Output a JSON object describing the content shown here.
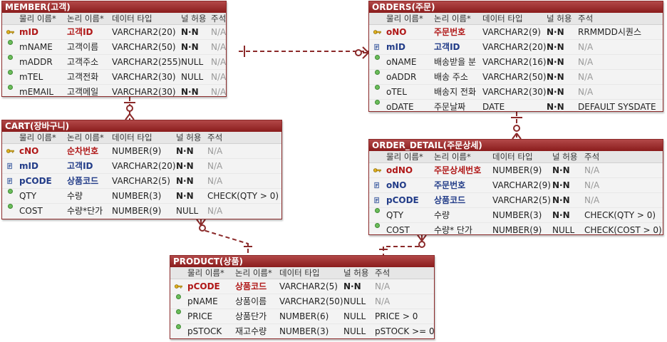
{
  "headers": {
    "physical": "물리 이름*",
    "logical": "논리 이름*",
    "type": "데이터 타입",
    "nullable": "널 허용",
    "comment": "주석"
  },
  "member": {
    "title": "MEMBER(고객)",
    "rows": [
      {
        "icon": "primary-key",
        "name": "mID",
        "logical": "고객ID",
        "type": "VARCHAR2(20)",
        "null": "N·N",
        "comment": "N/A"
      },
      {
        "icon": "column",
        "name": "mNAME",
        "logical": "고객이름",
        "type": "VARCHAR2(50)",
        "null": "N·N",
        "comment": "N/A"
      },
      {
        "icon": "column",
        "name": "mADDR",
        "logical": "고객주소",
        "type": "VARCHAR2(255)",
        "null": "NULL",
        "comment": "N/A"
      },
      {
        "icon": "column",
        "name": "mTEL",
        "logical": "고객전화",
        "type": "VARCHAR2(30)",
        "null": "NULL",
        "comment": "N/A"
      },
      {
        "icon": "column",
        "name": "mEMAIL",
        "logical": "고객메일",
        "type": "VARCHAR2(30)",
        "null": "N·N",
        "comment": "N/A"
      }
    ]
  },
  "orders": {
    "title": "ORDERS(주문)",
    "rows": [
      {
        "icon": "primary-key",
        "name": "oNO",
        "logical": "주문번호",
        "type": "VARCHAR2(9)",
        "null": "N·N",
        "comment": "RRMMDD시퀀스"
      },
      {
        "icon": "foreign-key",
        "name": "mID",
        "logical": "고객ID",
        "type": "VARCHAR2(20)",
        "null": "N·N",
        "comment": "N/A"
      },
      {
        "icon": "column",
        "name": "oNAME",
        "logical": "배송받을 분",
        "type": "VARCHAR2(16)",
        "null": "N·N",
        "comment": "N/A"
      },
      {
        "icon": "column",
        "name": "oADDR",
        "logical": "배송 주소",
        "type": "VARCHAR2(50)",
        "null": "N·N",
        "comment": "N/A"
      },
      {
        "icon": "column",
        "name": "oTEL",
        "logical": "배송지 전화",
        "type": "VARCHAR2(30)",
        "null": "N·N",
        "comment": "N/A"
      },
      {
        "icon": "column",
        "name": "oDATE",
        "logical": "주문날짜",
        "type": "DATE",
        "null": "N·N",
        "comment": "DEFAULT SYSDATE"
      }
    ]
  },
  "cart": {
    "title": "CART(장바구니)",
    "rows": [
      {
        "icon": "primary-key",
        "name": "cNO",
        "logical": "순차번호",
        "type": "NUMBER(9)",
        "null": "N·N",
        "comment": "N/A"
      },
      {
        "icon": "foreign-key",
        "name": "mID",
        "logical": "고객ID",
        "type": "VARCHAR2(20)",
        "null": "N·N",
        "comment": "N/A"
      },
      {
        "icon": "foreign-key",
        "name": "pCODE",
        "logical": "상품코드",
        "type": "VARCHAR2(5)",
        "null": "N·N",
        "comment": "N/A"
      },
      {
        "icon": "column",
        "name": "QTY",
        "logical": "수량",
        "type": "NUMBER(3)",
        "null": "N·N",
        "comment": "CHECK(QTY > 0)"
      },
      {
        "icon": "column",
        "name": "COST",
        "logical": "수량*단가",
        "type": "NUMBER(9)",
        "null": "NULL",
        "comment": "N/A"
      }
    ]
  },
  "order_detail": {
    "title": "ORDER_DETAIL(주문상세)",
    "rows": [
      {
        "icon": "primary-key",
        "name": "odNO",
        "logical": "주문상세번호",
        "type": "NUMBER(9)",
        "null": "N·N",
        "comment": "N/A"
      },
      {
        "icon": "foreign-key",
        "name": "oNO",
        "logical": "주문번호",
        "type": "VARCHAR2(9)",
        "null": "N·N",
        "comment": "N/A"
      },
      {
        "icon": "foreign-key",
        "name": "pCODE",
        "logical": "상품코드",
        "type": "VARCHAR2(5)",
        "null": "N·N",
        "comment": "N/A"
      },
      {
        "icon": "column",
        "name": "QTY",
        "logical": "수량",
        "type": "NUMBER(3)",
        "null": "N·N",
        "comment": "CHECK(QTY > 0)"
      },
      {
        "icon": "column",
        "name": "COST",
        "logical": "수량* 단가",
        "type": "NUMBER(9)",
        "null": "NULL",
        "comment": "CHECK(COST > 0)"
      }
    ]
  },
  "product": {
    "title": "PRODUCT(상품)",
    "rows": [
      {
        "icon": "primary-key",
        "name": "pCODE",
        "logical": "상품코드",
        "type": "VARCHAR2(5)",
        "null": "N·N",
        "comment": "N/A"
      },
      {
        "icon": "column",
        "name": "pNAME",
        "logical": "상품이름",
        "type": "VARCHAR2(50)",
        "null": "NULL",
        "comment": "N/A"
      },
      {
        "icon": "column",
        "name": "PRICE",
        "logical": "상품단가",
        "type": "NUMBER(6)",
        "null": "NULL",
        "comment": "PRICE > 0"
      },
      {
        "icon": "column",
        "name": "pSTOCK",
        "logical": "재고수량",
        "type": "NUMBER(3)",
        "null": "NULL",
        "comment": "pSTOCK >= 0"
      }
    ]
  },
  "colors": {
    "title_bar": "#8a1c1c",
    "pk_text": "#b01818",
    "fk_text": "#223c88",
    "line": "#8b2a2a"
  }
}
